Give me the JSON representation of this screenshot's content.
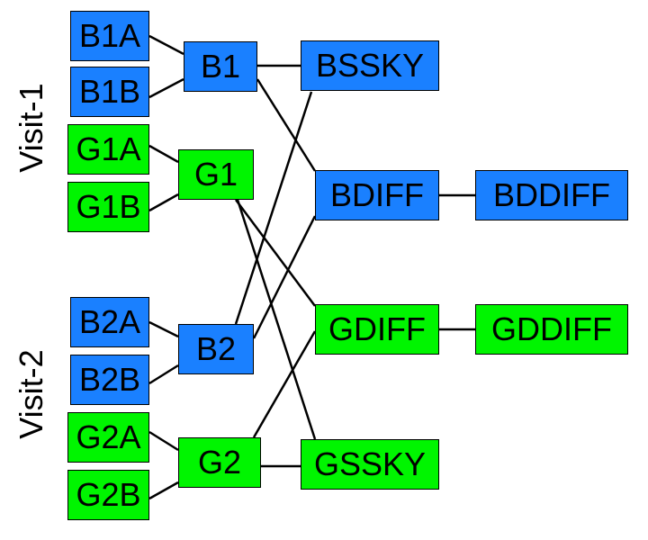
{
  "labels": {
    "visit1": "Visit-1",
    "visit2": "Visit-2"
  },
  "colors": {
    "blue": "#1a80ff",
    "green": "#00f500",
    "edge": "#000000"
  },
  "nodes": {
    "B1A": {
      "label": "B1A",
      "color": "blue"
    },
    "B1B": {
      "label": "B1B",
      "color": "blue"
    },
    "G1A": {
      "label": "G1A",
      "color": "green"
    },
    "G1B": {
      "label": "G1B",
      "color": "green"
    },
    "B1": {
      "label": "B1",
      "color": "blue"
    },
    "G1": {
      "label": "G1",
      "color": "green"
    },
    "BSSKY": {
      "label": "BSSKY",
      "color": "blue"
    },
    "BDIFF": {
      "label": "BDIFF",
      "color": "blue"
    },
    "BDDIFF": {
      "label": "BDDIFF",
      "color": "blue"
    },
    "B2A": {
      "label": "B2A",
      "color": "blue"
    },
    "B2B": {
      "label": "B2B",
      "color": "blue"
    },
    "G2A": {
      "label": "G2A",
      "color": "green"
    },
    "G2B": {
      "label": "G2B",
      "color": "green"
    },
    "B2": {
      "label": "B2",
      "color": "blue"
    },
    "G2": {
      "label": "G2",
      "color": "green"
    },
    "GDIFF": {
      "label": "GDIFF",
      "color": "green"
    },
    "GDDIFF": {
      "label": "GDDIFF",
      "color": "green"
    },
    "GSSKY": {
      "label": "GSSKY",
      "color": "green"
    }
  },
  "edges": [
    [
      "B1A",
      "B1"
    ],
    [
      "B1B",
      "B1"
    ],
    [
      "G1A",
      "G1"
    ],
    [
      "G1B",
      "G1"
    ],
    [
      "B1",
      "BSSKY"
    ],
    [
      "B1",
      "BDIFF"
    ],
    [
      "G1",
      "GDIFF"
    ],
    [
      "G1",
      "GSSKY"
    ],
    [
      "B2A",
      "B2"
    ],
    [
      "B2B",
      "B2"
    ],
    [
      "B2",
      "BSSKY"
    ],
    [
      "B2",
      "BDIFF"
    ],
    [
      "G2A",
      "G2"
    ],
    [
      "G2B",
      "G2"
    ],
    [
      "G2",
      "GSSKY"
    ],
    [
      "G2",
      "GDIFF"
    ],
    [
      "BDIFF",
      "BDDIFF"
    ],
    [
      "GDIFF",
      "GDDIFF"
    ]
  ]
}
